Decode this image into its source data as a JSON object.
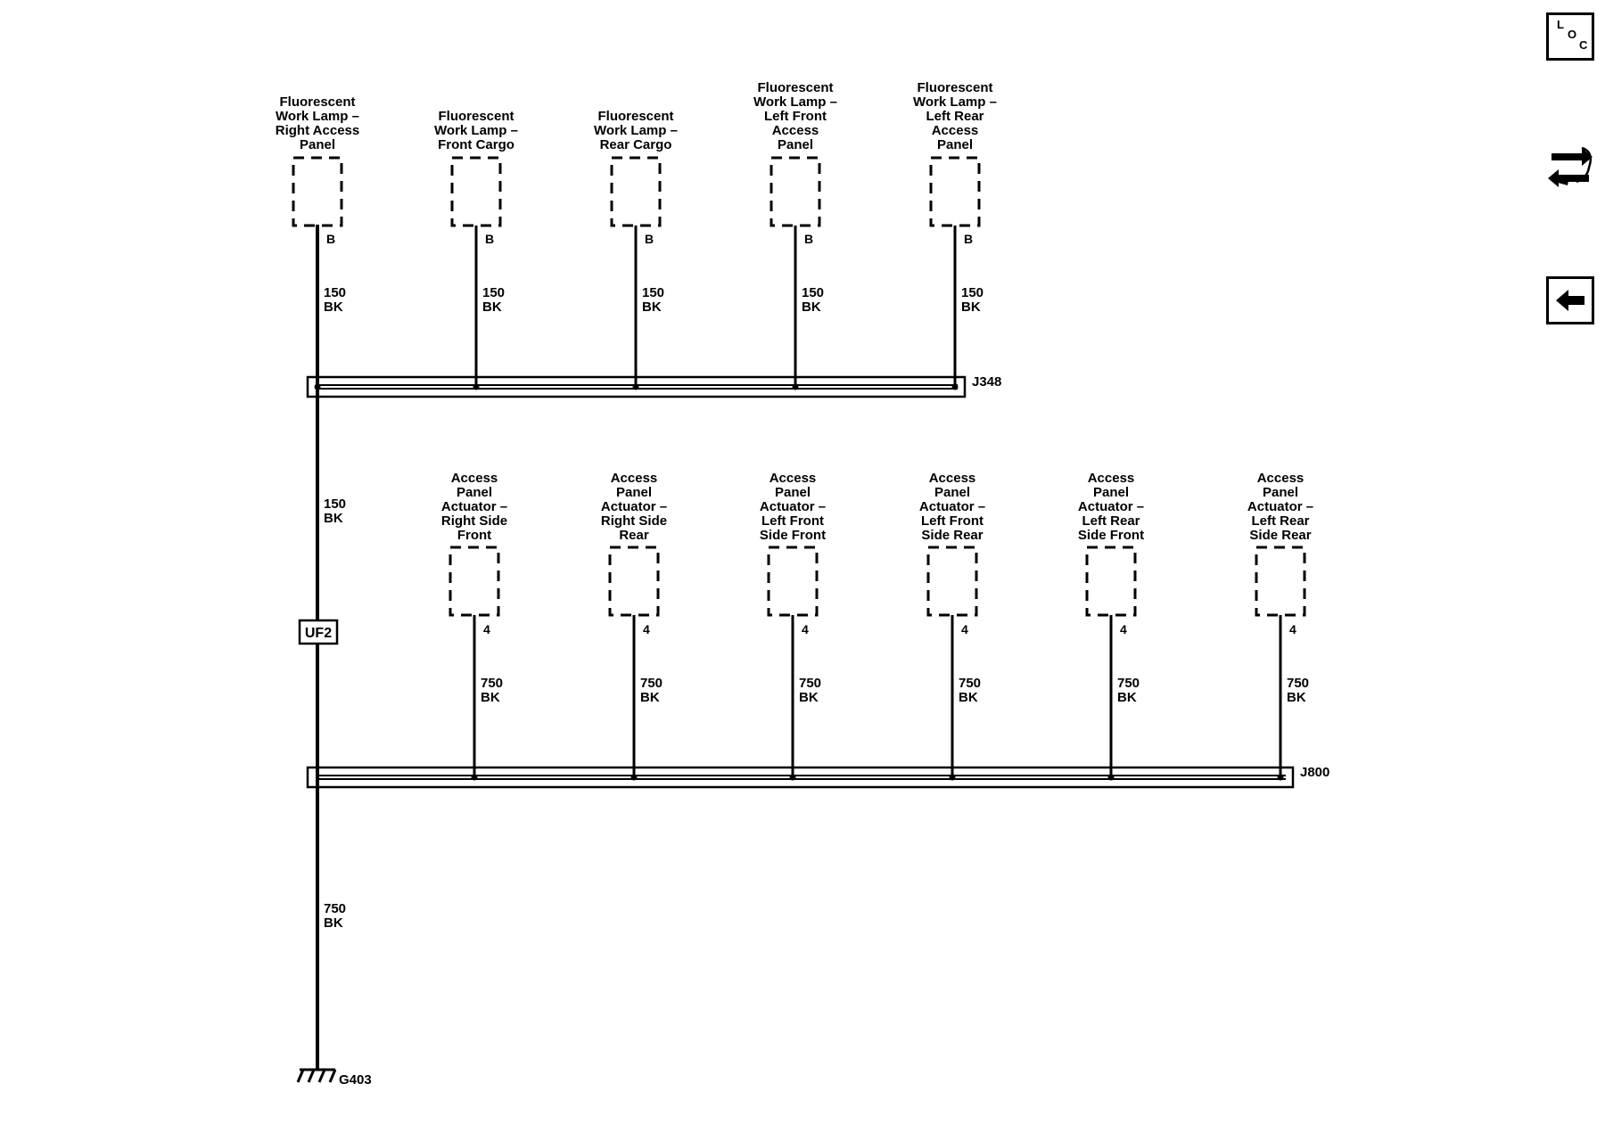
{
  "upper_components": [
    {
      "label": "Fluorescent\nWork Lamp –\nRight Access\nPanel",
      "pin": "B",
      "wire_gauge": "150",
      "wire_color": "BK"
    },
    {
      "label": "Fluorescent\nWork Lamp –\nFront Cargo",
      "pin": "B",
      "wire_gauge": "150",
      "wire_color": "BK"
    },
    {
      "label": "Fluorescent\nWork Lamp –\nRear Cargo",
      "pin": "B",
      "wire_gauge": "150",
      "wire_color": "BK"
    },
    {
      "label": "Fluorescent\nWork Lamp –\nLeft Front\nAccess\nPanel",
      "pin": "B",
      "wire_gauge": "150",
      "wire_color": "BK"
    },
    {
      "label": "Fluorescent\nWork Lamp –\nLeft Rear\nAccess\nPanel",
      "pin": "B",
      "wire_gauge": "150",
      "wire_color": "BK"
    }
  ],
  "lower_components": [
    {
      "label": "Access\nPanel\nActuator –\nRight Side\nFront",
      "pin": "4",
      "wire_gauge": "750",
      "wire_color": "BK"
    },
    {
      "label": "Access\nPanel\nActuator –\nRight Side\nRear",
      "pin": "4",
      "wire_gauge": "750",
      "wire_color": "BK"
    },
    {
      "label": "Access\nPanel\nActuator –\nLeft Front\nSide Front",
      "pin": "4",
      "wire_gauge": "750",
      "wire_color": "BK"
    },
    {
      "label": "Access\nPanel\nActuator –\nLeft Front\nSide Rear",
      "pin": "4",
      "wire_gauge": "750",
      "wire_color": "BK"
    },
    {
      "label": "Access\nPanel\nActuator –\nLeft Rear\nSide Front",
      "pin": "4",
      "wire_gauge": "750",
      "wire_color": "BK"
    },
    {
      "label": "Access\nPanel\nActuator –\nLeft Rear\nSide Rear",
      "pin": "4",
      "wire_gauge": "750",
      "wire_color": "BK"
    }
  ],
  "splices": {
    "upper": "J348",
    "lower": "J800"
  },
  "trunk": {
    "mid_wire_gauge": "150",
    "mid_wire_color": "BK",
    "connector": "UF2",
    "bottom_wire_gauge": "750",
    "bottom_wire_color": "BK",
    "ground": "G403"
  },
  "side_buttons": {
    "loc": {
      "l": "L",
      "o": "O",
      "c": "C",
      "icon": "location-icon"
    },
    "flow": {
      "icon": "signal-flow-icon"
    },
    "back": {
      "icon": "back-arrow-icon"
    }
  }
}
